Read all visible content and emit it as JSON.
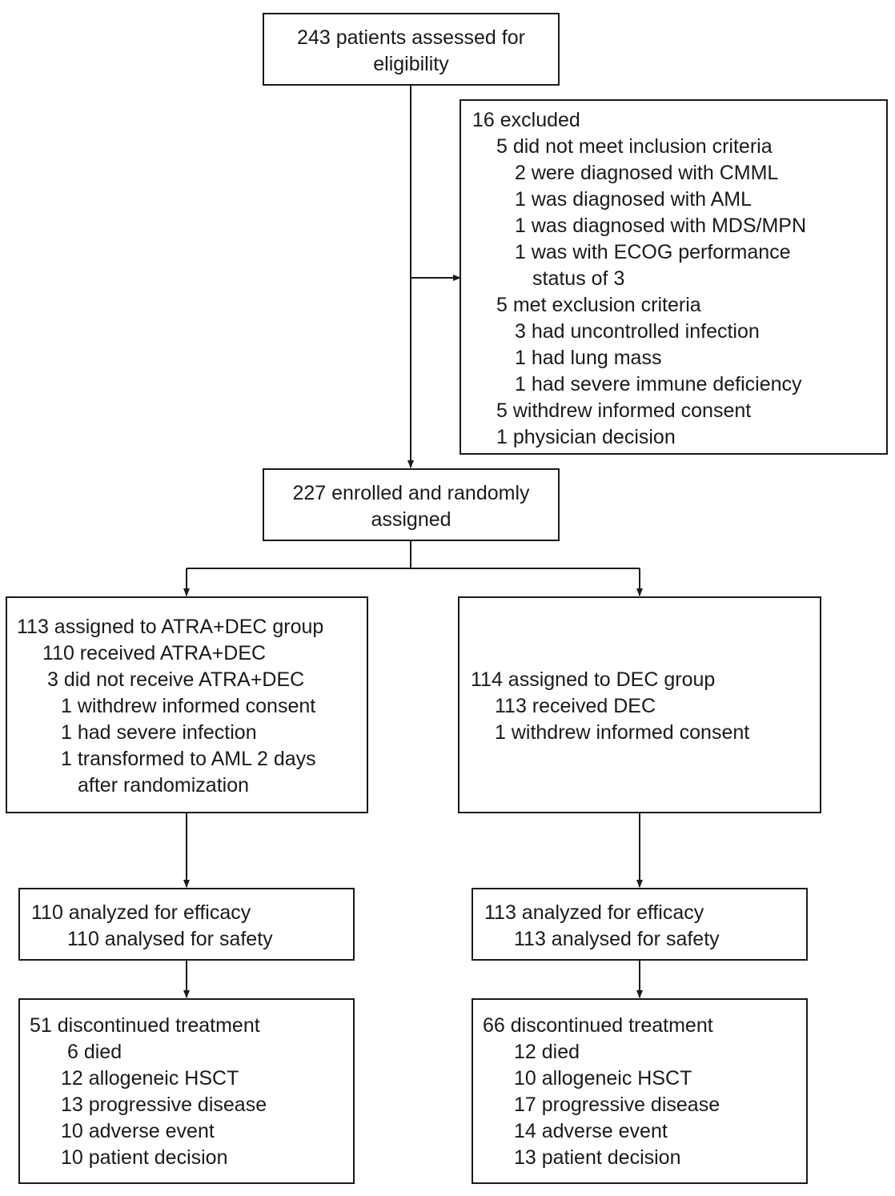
{
  "screening": {
    "lines": [
      "243 patients assessed for",
      "eligibility"
    ]
  },
  "excluded": {
    "lines": [
      "16 excluded",
      "5 did not meet inclusion criteria",
      "2 were diagnosed with CMML",
      "1 was diagnosed with AML",
      "1 was diagnosed with MDS/MPN",
      "1 was with ECOG performance",
      "status of 3",
      "5 met exclusion criteria",
      "3 had uncontrolled infection",
      "1 had lung mass",
      "1 had severe immune deficiency",
      "5 withdrew informed consent",
      "1 physician decision"
    ]
  },
  "enrolled": {
    "lines": [
      "227 enrolled and randomly",
      "assigned"
    ]
  },
  "atra_group": {
    "lines": [
      "113 assigned to ATRA+DEC group",
      "110 received ATRA+DEC",
      "3 did not receive ATRA+DEC",
      "1 withdrew informed consent",
      "1 had severe infection",
      "1 transformed to AML 2 days",
      "after randomization"
    ]
  },
  "dec_group": {
    "lines": [
      "114 assigned to DEC group",
      "113 received DEC",
      "1 withdrew informed consent"
    ]
  },
  "atra_analysis": {
    "lines": [
      "110 analyzed for efficacy",
      "110 analysed for safety"
    ]
  },
  "dec_analysis": {
    "lines": [
      "113 analyzed for efficacy",
      "113 analysed for safety"
    ]
  },
  "atra_discontinued": {
    "lines": [
      "51 discontinued treatment",
      "6 died",
      "12 allogeneic HSCT",
      "13 progressive disease",
      "10 adverse event",
      "10 patient decision"
    ]
  },
  "dec_discontinued": {
    "lines": [
      "66 discontinued treatment",
      "12 died",
      "10 allogeneic HSCT",
      "17 progressive disease",
      "14 adverse event",
      "13 patient decision"
    ]
  }
}
